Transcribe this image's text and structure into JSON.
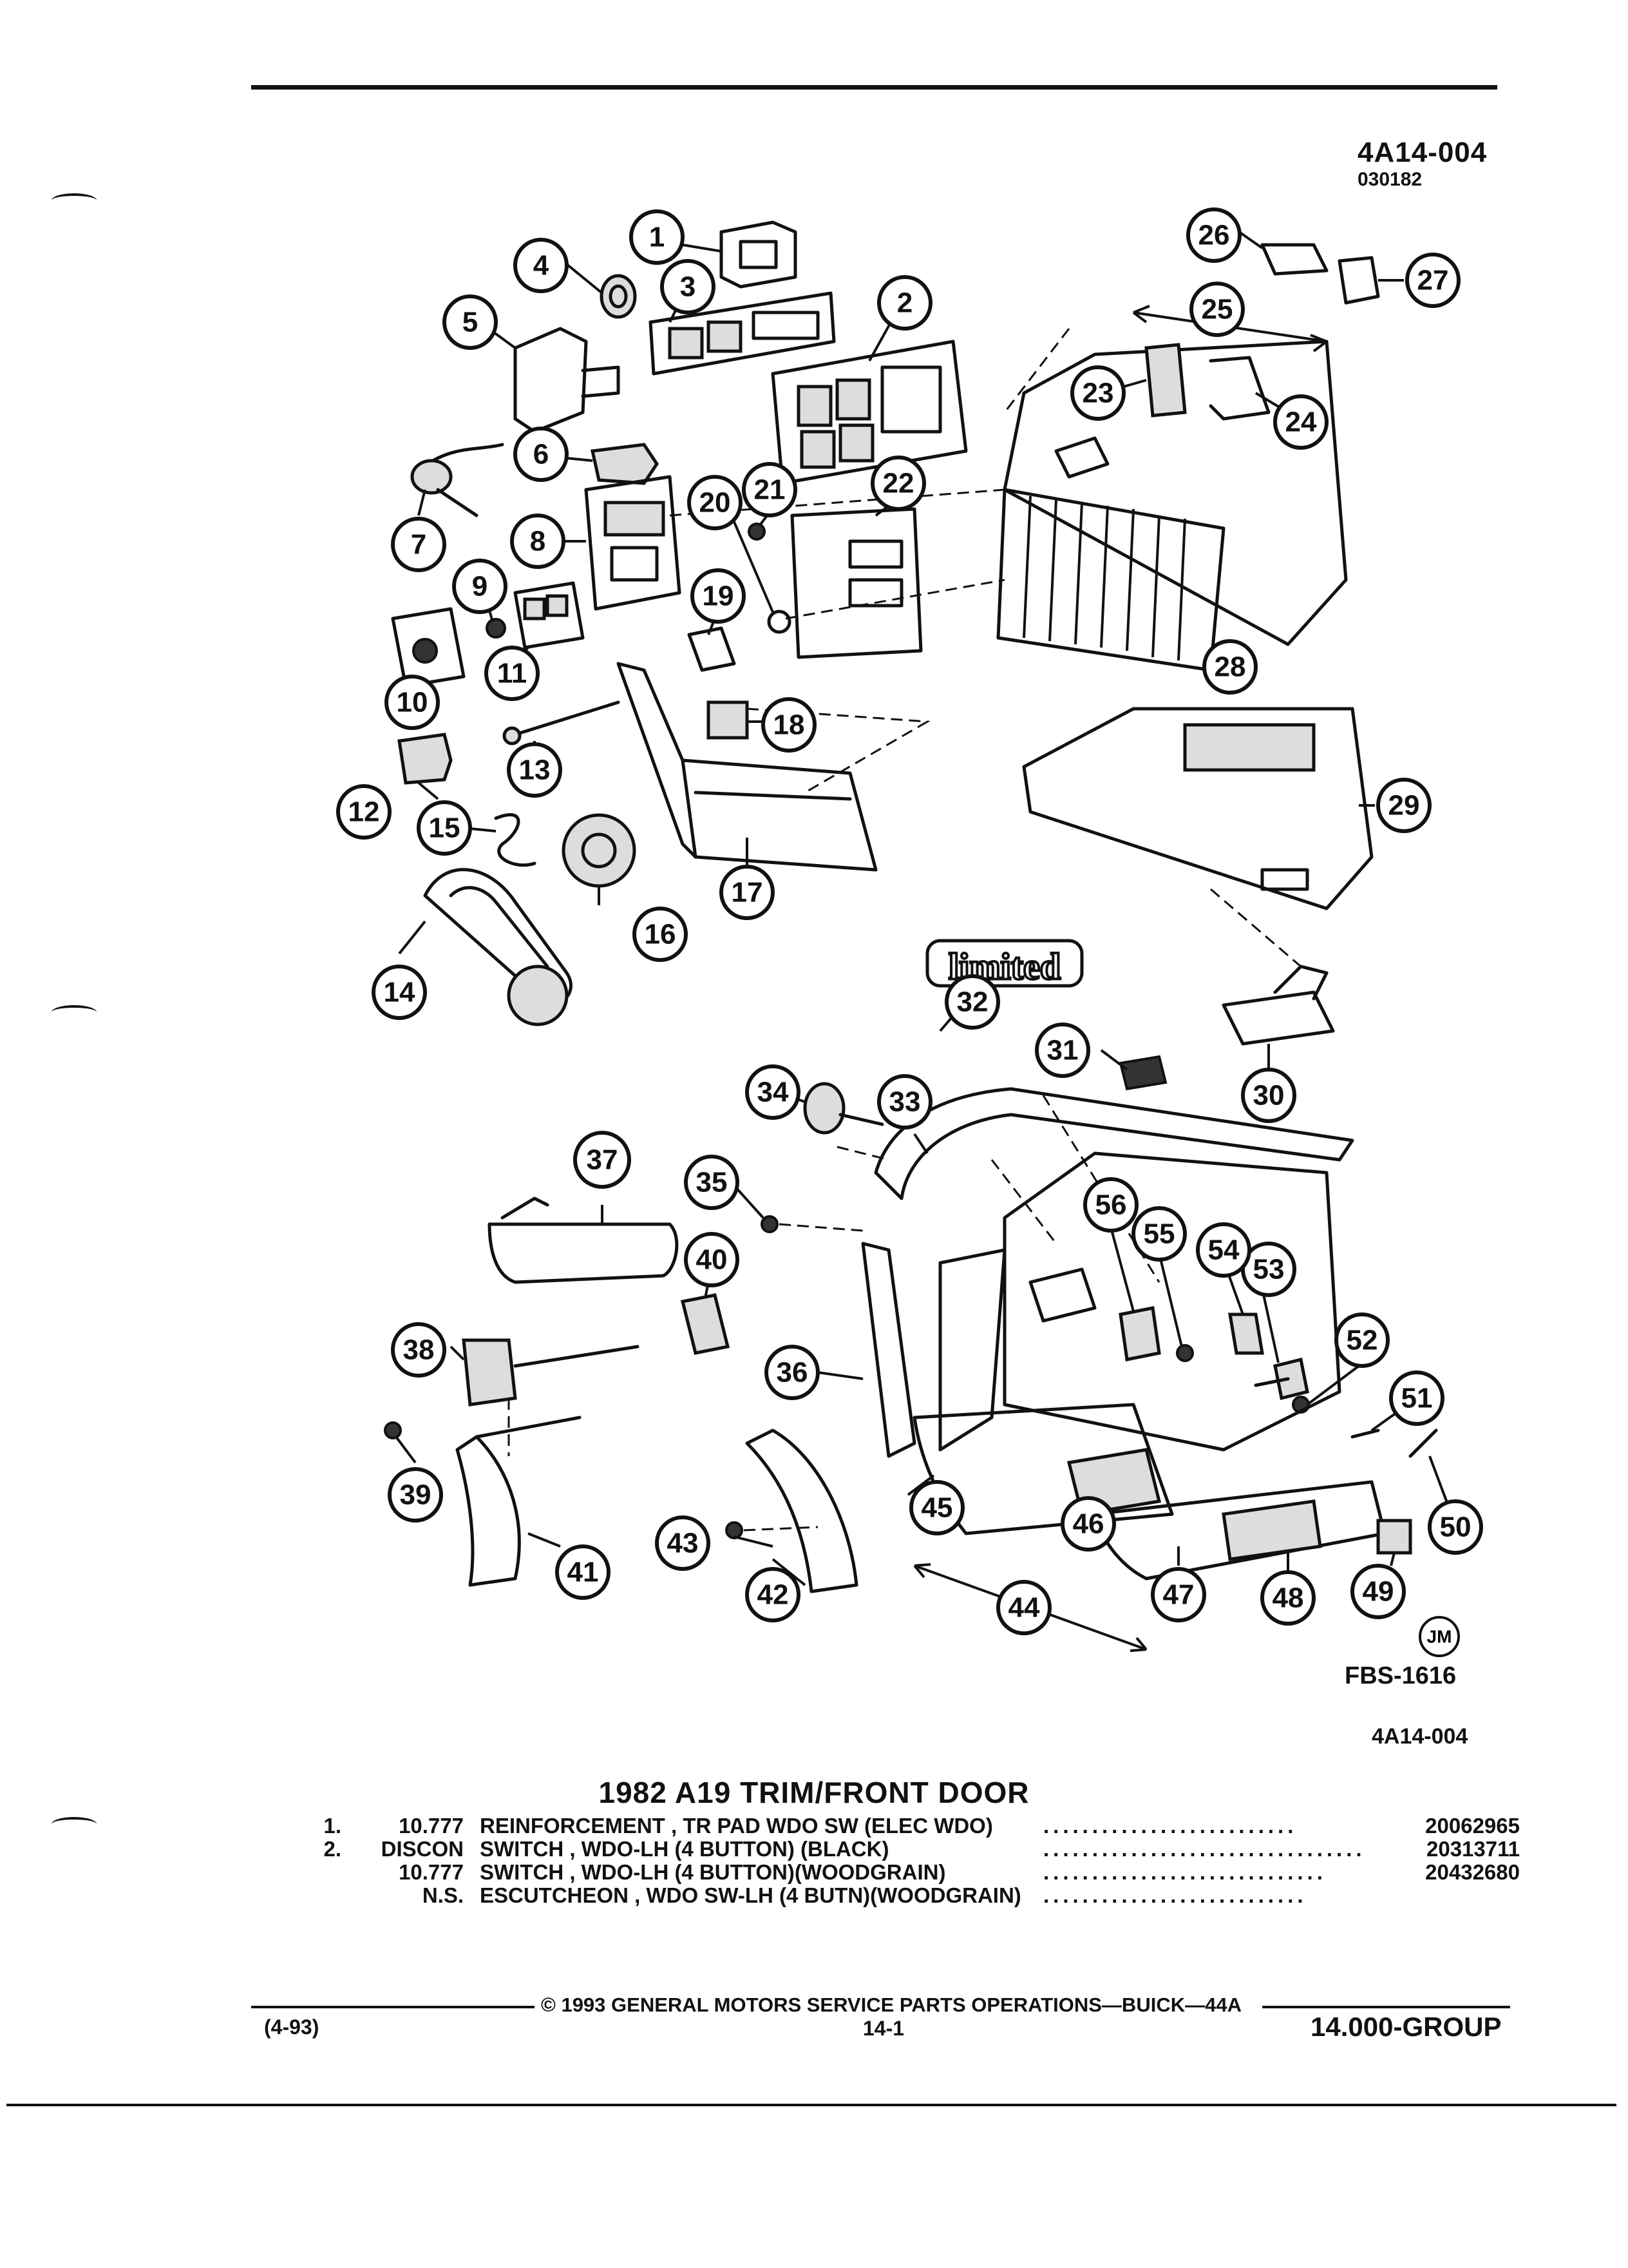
{
  "header": {
    "drawing_code": "4A14-004",
    "date_code": "030182"
  },
  "callouts": [
    "1",
    "2",
    "3",
    "4",
    "5",
    "6",
    "7",
    "8",
    "9",
    "10",
    "11",
    "12",
    "13",
    "14",
    "15",
    "16",
    "17",
    "18",
    "19",
    "20",
    "21",
    "22",
    "23",
    "24",
    "25",
    "26",
    "27",
    "28",
    "29",
    "30",
    "31",
    "32",
    "33",
    "34",
    "35",
    "36",
    "37",
    "38",
    "39",
    "40",
    "41",
    "42",
    "43",
    "44",
    "45",
    "46",
    "47",
    "48",
    "49",
    "50",
    "51",
    "52",
    "53",
    "54",
    "55",
    "56"
  ],
  "diagram": {
    "emblem_text": "limited",
    "artist_mark": "JM",
    "figure_code": "FBS-1616",
    "figure_ref": "4A14-004"
  },
  "section_title": "1982 A19 TRIM/FRONT DOOR",
  "parts": [
    {
      "index": "1.",
      "code": "10.777",
      "description": "REINFORCEMENT , TR PAD WDO SW (ELEC WDO)",
      "leader": "..........................",
      "part_no": "20062965"
    },
    {
      "index": "2.",
      "code": "DISCON",
      "description": "SWITCH , WDO-LH (4 BUTTON) (BLACK)",
      "leader": ".................................",
      "part_no": "20313711"
    },
    {
      "index": "",
      "code": "10.777",
      "description": "SWITCH , WDO-LH (4 BUTTON)(WOODGRAIN)",
      "leader": ".............................",
      "part_no": "20432680"
    },
    {
      "index": "",
      "code": "N.S.",
      "description": "ESCUTCHEON , WDO SW-LH (4 BUTN)(WOODGRAIN)",
      "leader": "...........................",
      "part_no": ""
    }
  ],
  "footer": {
    "date": "(4-93)",
    "copyright": "© 1993 GENERAL MOTORS SERVICE PARTS OPERATIONS—BUICK—44A",
    "page": "14-1",
    "group": "14.000-GROUP"
  }
}
